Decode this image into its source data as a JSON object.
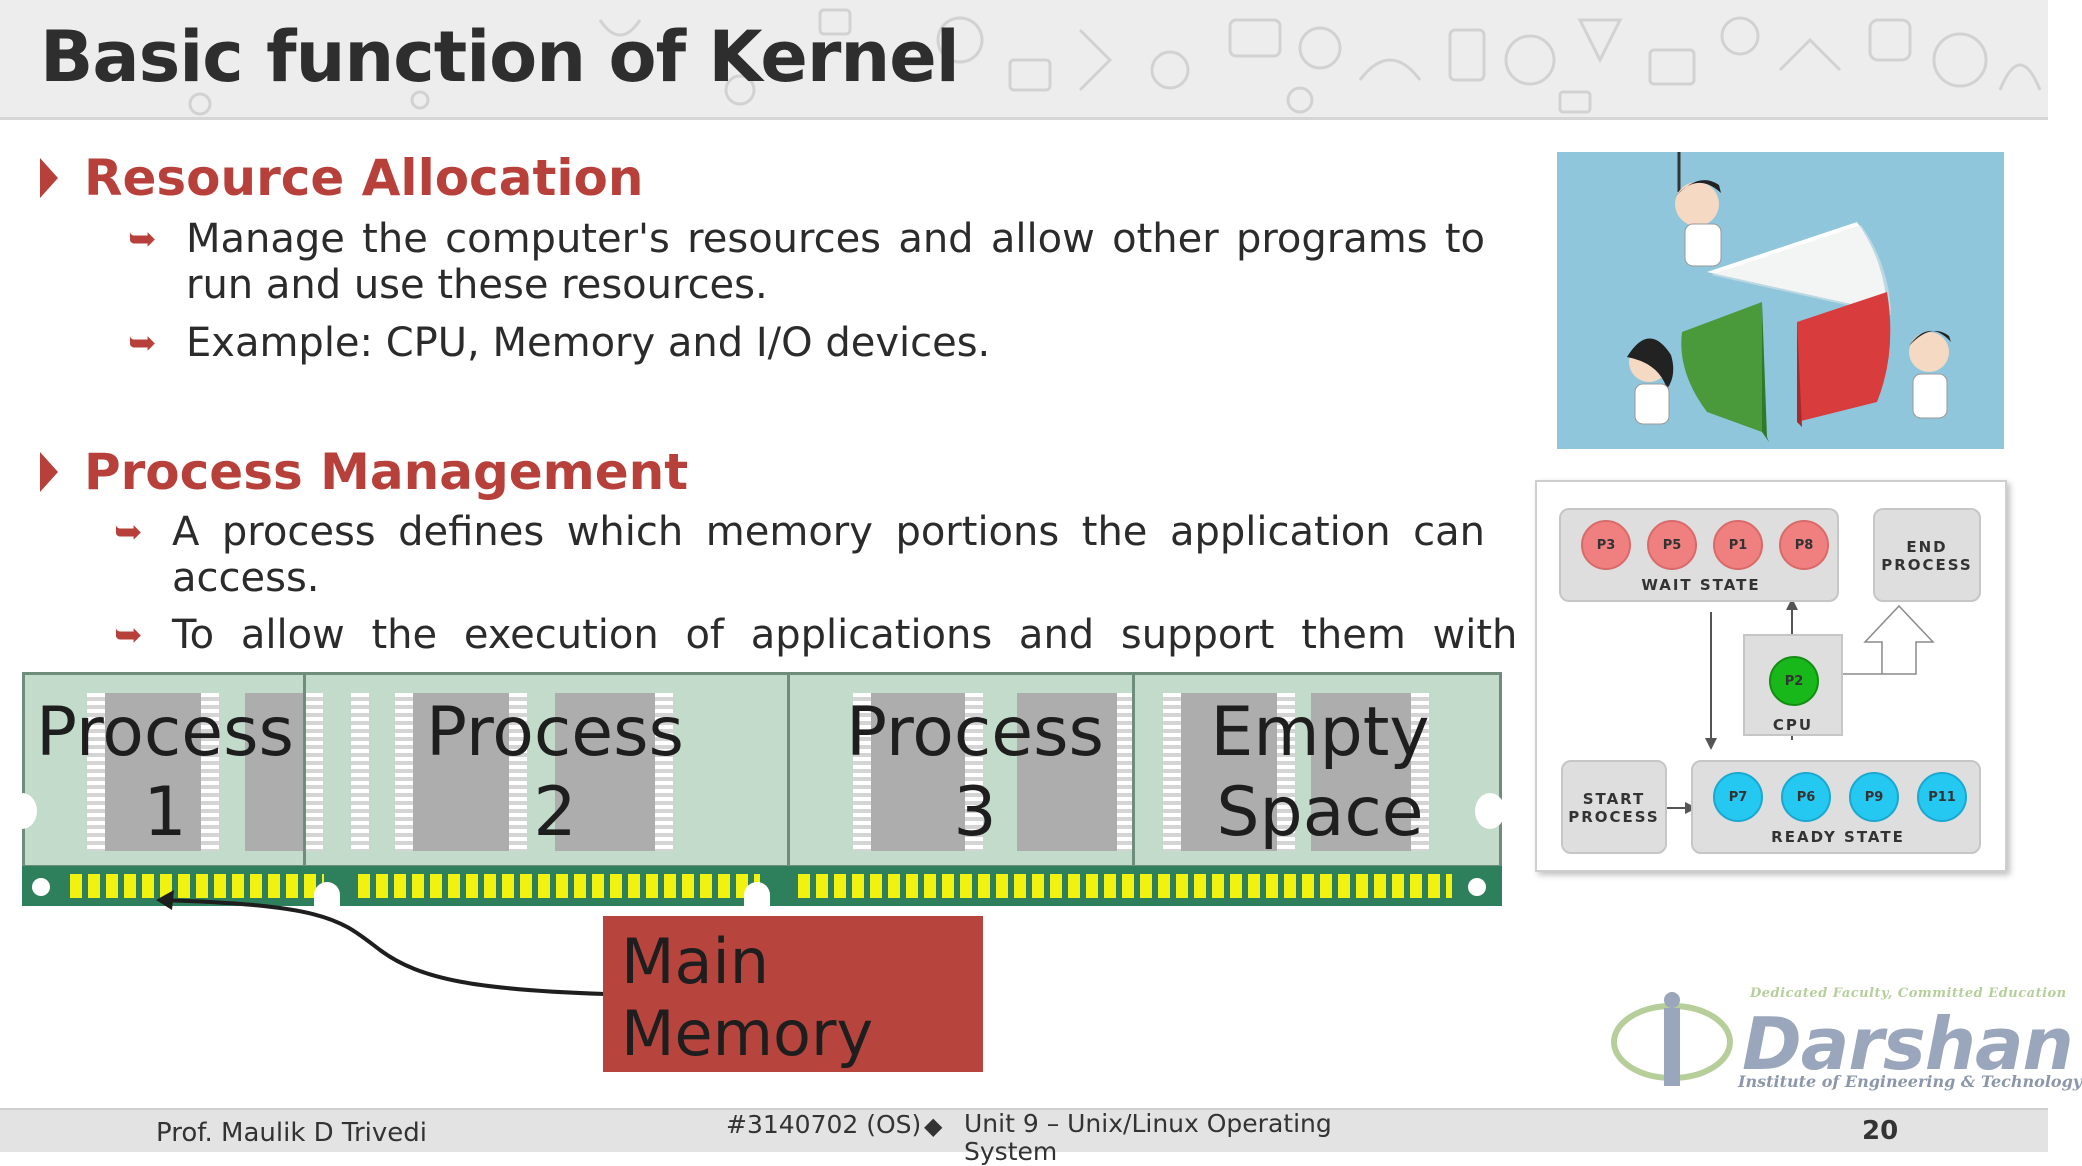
{
  "slide": {
    "title": "Basic function of Kernel"
  },
  "sections": [
    {
      "title": "Resource Allocation",
      "bullets": [
        "Manage the computer's resources and allow other programs to run and use these resources.",
        "Example: CPU, Memory and I/O devices."
      ]
    },
    {
      "title": "Process Management",
      "bullets": [
        "A process defines which memory portions the application can access.",
        "To allow the execution of applications and support them with"
      ]
    }
  ],
  "memory": {
    "segments": [
      {
        "line1": "Process",
        "line2": "1"
      },
      {
        "line1": "Process",
        "line2": "2"
      },
      {
        "line1": "Process",
        "line2": "3"
      },
      {
        "line1": "Empty",
        "line2": "Space"
      }
    ],
    "main_label_1": "Main",
    "main_label_2": "Memory"
  },
  "diagram": {
    "wait_processes": [
      "P3",
      "P5",
      "P1",
      "P8"
    ],
    "wait_label": "WAIT STATE",
    "end_label_1": "END",
    "end_label_2": "PROCESS",
    "cpu_process": "P2",
    "cpu_label": "CPU",
    "start_label_1": "START",
    "start_label_2": "PROCESS",
    "ready_processes": [
      "P7",
      "P6",
      "P9",
      "P11"
    ],
    "ready_label": "READY STATE"
  },
  "logo": {
    "tagline": "Dedicated Faculty, Committed Education",
    "name": "Darshan",
    "subtitle": "Institute of Engineering & Technology"
  },
  "footer": {
    "author": "Prof. Maulik D Trivedi",
    "course": "#3140702 (OS)",
    "separator": "◆",
    "unit": "Unit 9 – Unix/Linux Operating System",
    "page": "20"
  },
  "colors": {
    "accent": "#b8403a",
    "memory_green": "#2e7f5c",
    "memory_body": "#c3dbcb",
    "main_memory": "#b8453d"
  }
}
